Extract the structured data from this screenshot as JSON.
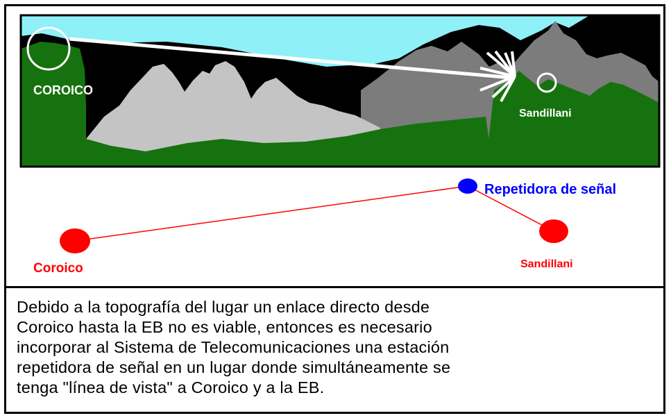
{
  "colors": {
    "sky": "#8ff0f8",
    "ground": "#16720e",
    "dark_mountain": "#000000",
    "gray_mountain": "#7c7c7c",
    "light_mountain": "#c4c4c4",
    "link_line": "#ff0000",
    "station": "#ff0000",
    "repeater": "#0000ff",
    "view_line": "#ffffff"
  },
  "landscape": {
    "origin_label": "COROICO",
    "destination_label": "Sandillani"
  },
  "schematic": {
    "origin_label": "Coroico",
    "repeater_label": "Repetidora de señal",
    "destination_label": "Sandillani"
  },
  "caption": {
    "lines": [
      "Debido a la topografía del lugar un enlace directo desde",
      "Coroico hasta la  EB  no es viable, entonces es necesario",
      "incorporar al Sistema de Telecomunicaciones una estación",
      "repetidora de señal en un lugar donde simultáneamente se",
      "tenga \"línea de vista\" a Coroico y a la EB."
    ]
  }
}
